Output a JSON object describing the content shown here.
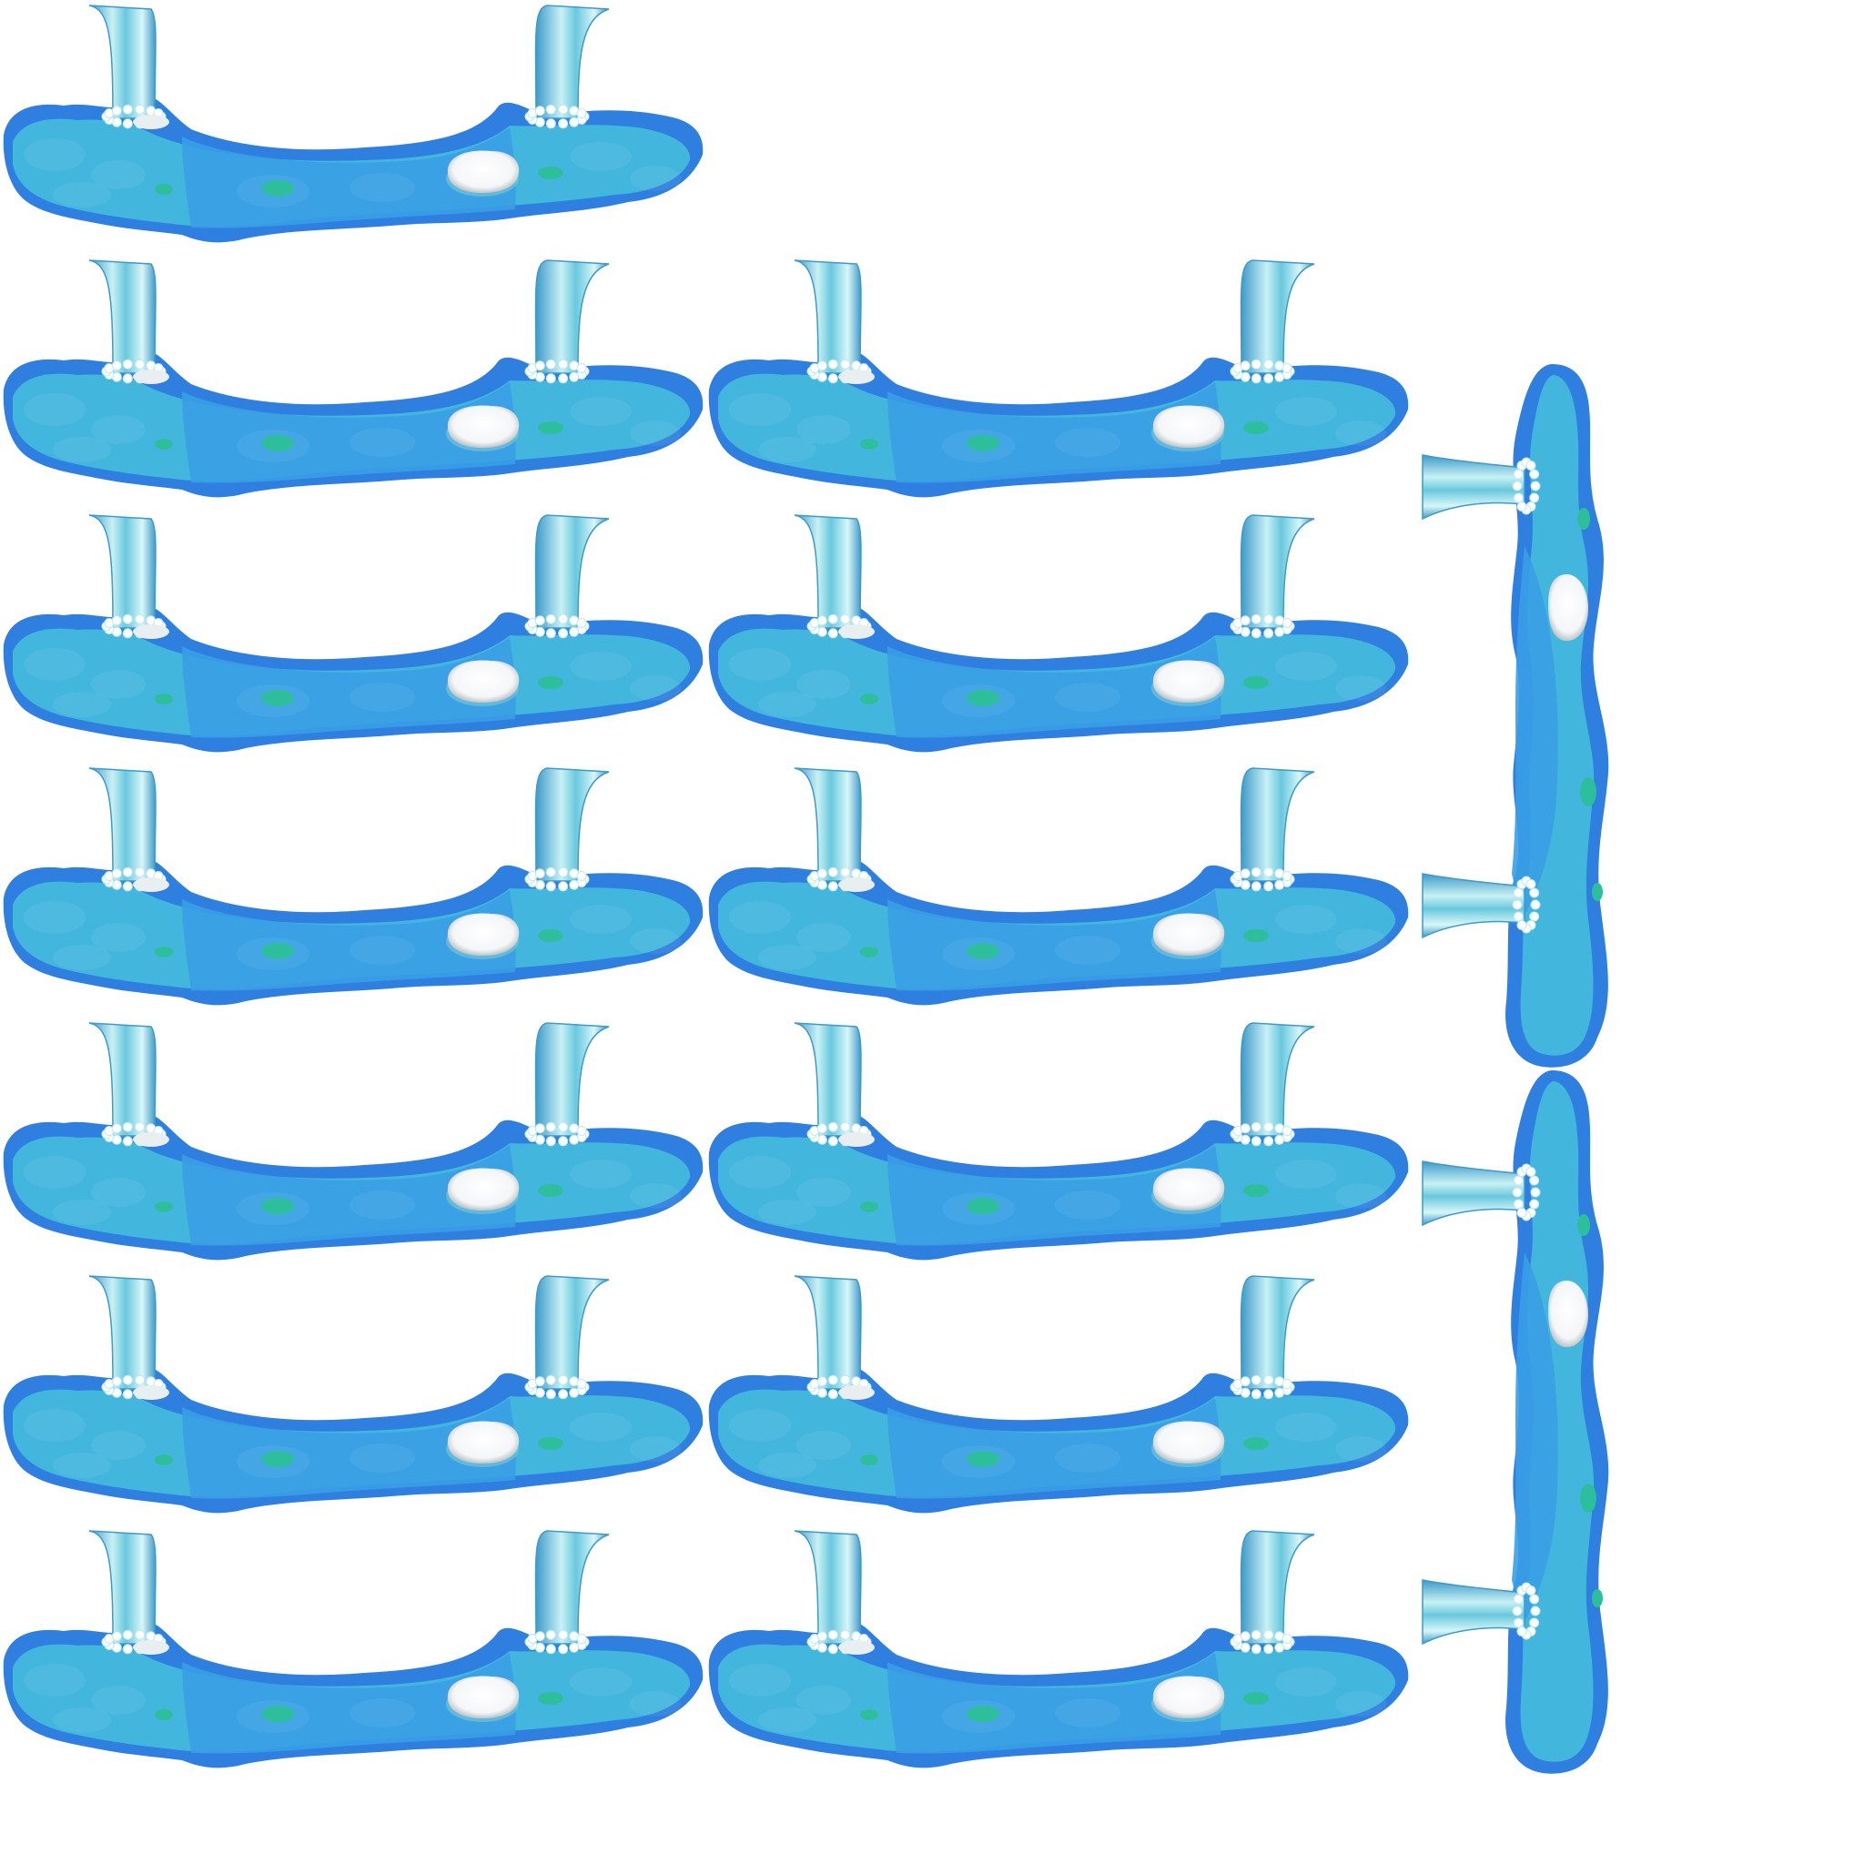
{
  "sheet": {
    "background": "#ffffff",
    "columns": 3,
    "rows": 7,
    "frames": [
      {
        "id": "h-0-0",
        "orientation": "horizontal"
      },
      {
        "id": "h-0-1",
        "orientation": "horizontal"
      },
      {
        "id": "h-0-2",
        "orientation": "horizontal"
      },
      {
        "id": "h-0-3",
        "orientation": "horizontal"
      },
      {
        "id": "h-0-4",
        "orientation": "horizontal"
      },
      {
        "id": "h-0-5",
        "orientation": "horizontal"
      },
      {
        "id": "h-0-6",
        "orientation": "horizontal"
      },
      {
        "id": "h-1-1",
        "orientation": "horizontal"
      },
      {
        "id": "h-1-2",
        "orientation": "horizontal"
      },
      {
        "id": "h-1-3",
        "orientation": "horizontal"
      },
      {
        "id": "h-1-4",
        "orientation": "horizontal"
      },
      {
        "id": "h-1-5",
        "orientation": "horizontal"
      },
      {
        "id": "h-1-6",
        "orientation": "horizontal"
      },
      {
        "id": "v-2-0",
        "orientation": "vertical"
      },
      {
        "id": "v-2-1",
        "orientation": "vertical"
      }
    ]
  },
  "palette": {
    "water_deep": "#2f7fe0",
    "water_mid": "#3a9ee6",
    "water_light": "#45b9dd",
    "pebble": "#2dbf9c",
    "foam": "#ffffff",
    "fall_light": "#c8f1f4",
    "fall_mid": "#69c8de",
    "fall_dark": "#3d9ac9"
  },
  "icons": {
    "waterfall": "waterfall-icon",
    "pond": "pond-icon",
    "rock": "rock-icon",
    "pebble": "pebble-icon"
  }
}
